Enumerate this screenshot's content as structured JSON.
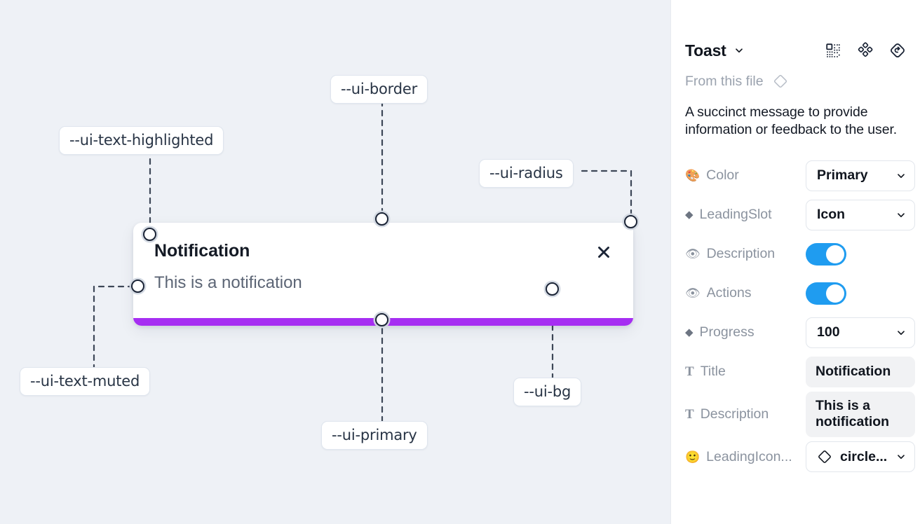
{
  "canvas": {
    "background_color": "#eef1f6",
    "toast": {
      "title": "Notification",
      "description": "This is a notification",
      "close_icon": "close-icon",
      "progress_color": "#a62ef2",
      "background_color": "#ffffff"
    },
    "annotations": [
      {
        "id": "ui-text-highlighted",
        "label": "--ui-text-highlighted"
      },
      {
        "id": "ui-border",
        "label": "--ui-border"
      },
      {
        "id": "ui-radius",
        "label": "--ui-radius"
      },
      {
        "id": "ui-text-muted",
        "label": "--ui-text-muted"
      },
      {
        "id": "ui-primary",
        "label": "--ui-primary"
      },
      {
        "id": "ui-bg",
        "label": "--ui-bg"
      }
    ]
  },
  "panel": {
    "title": "Toast",
    "title_caret_icon": "chevron-down-icon",
    "header_icons": [
      {
        "name": "component-grid-icon"
      },
      {
        "name": "variants-diamond-dots-icon"
      },
      {
        "name": "reset-instance-icon"
      }
    ],
    "from_file": {
      "label": "From this file",
      "icon": "diamond-icon"
    },
    "description": "A succinct message to provide information or feedback to the user.",
    "properties": [
      {
        "icon": "palette-emoji",
        "icon_glyph": "🎨",
        "label": "Color",
        "control": "select",
        "value": "Primary"
      },
      {
        "icon": "diamond-icon",
        "icon_glyph": "◆",
        "label": "LeadingSlot",
        "control": "select",
        "value": "Icon"
      },
      {
        "icon": "eye-emoji",
        "icon_glyph": "👁",
        "label": "Description",
        "control": "toggle",
        "value": "on"
      },
      {
        "icon": "eye-emoji",
        "icon_glyph": "👁",
        "label": "Actions",
        "control": "toggle",
        "value": "on"
      },
      {
        "icon": "diamond-icon",
        "icon_glyph": "◆",
        "label": "Progress",
        "control": "select",
        "value": "100"
      },
      {
        "icon": "text-t-icon",
        "icon_glyph": "T",
        "label": "Title",
        "control": "text",
        "value": "Notification"
      },
      {
        "icon": "text-t-icon",
        "icon_glyph": "T",
        "label": "Description",
        "control": "text",
        "value": "This is a notification"
      },
      {
        "icon": "smiley-emoji",
        "icon_glyph": "🙂",
        "label": "LeadingIcon...",
        "control": "icon-select",
        "value": "circle...",
        "lead_icon": "diamond-icon"
      }
    ],
    "toggle_on_color": "#1f9cf0"
  }
}
